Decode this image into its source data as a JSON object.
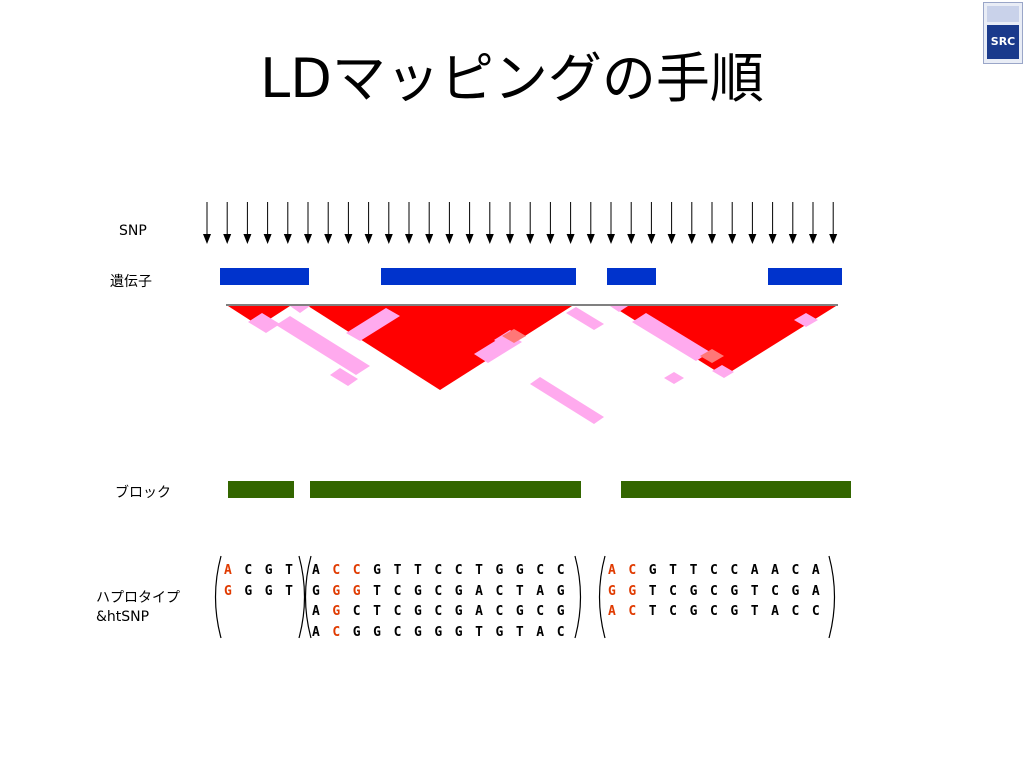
{
  "title": "LDマッピングの手順",
  "logo": {
    "text": "SRC"
  },
  "labels": {
    "snp": "SNP",
    "gene": "遺伝子",
    "block": "ブロック",
    "haplotype_line1": "ハプロタイプ",
    "haplotype_line2": "&htSNP"
  },
  "snp_count": 32,
  "colors": {
    "gene": "#0033cc",
    "block": "#336600",
    "ld_strong": "#ff0000",
    "ld_weak": "#ffaaee",
    "highlight": "#e03a00"
  },
  "haplotype_groups": [
    {
      "name": "group-1",
      "rows": [
        {
          "bases": "ACGT",
          "highlight": [
            0
          ]
        },
        {
          "bases": "GGGT",
          "highlight": [
            0
          ]
        }
      ]
    },
    {
      "name": "group-2",
      "rows": [
        {
          "bases": "ACCGTTCCTGGCC",
          "highlight": [
            1,
            2
          ]
        },
        {
          "bases": "GGGTCGCGACTAG",
          "highlight": [
            1,
            2
          ]
        },
        {
          "bases": "AGCTCGCGACGCG",
          "highlight": [
            1
          ]
        },
        {
          "bases": "ACGGCGGGTGTAC",
          "highlight": [
            1
          ]
        }
      ]
    },
    {
      "name": "group-3",
      "rows": [
        {
          "bases": "ACGTTCCAACA",
          "highlight": [
            0,
            1
          ]
        },
        {
          "bases": "GGTCGCGTCGA",
          "highlight": [
            0,
            1
          ]
        },
        {
          "bases": "ACTCGCGTACC",
          "highlight": [
            0,
            1
          ]
        }
      ]
    }
  ]
}
